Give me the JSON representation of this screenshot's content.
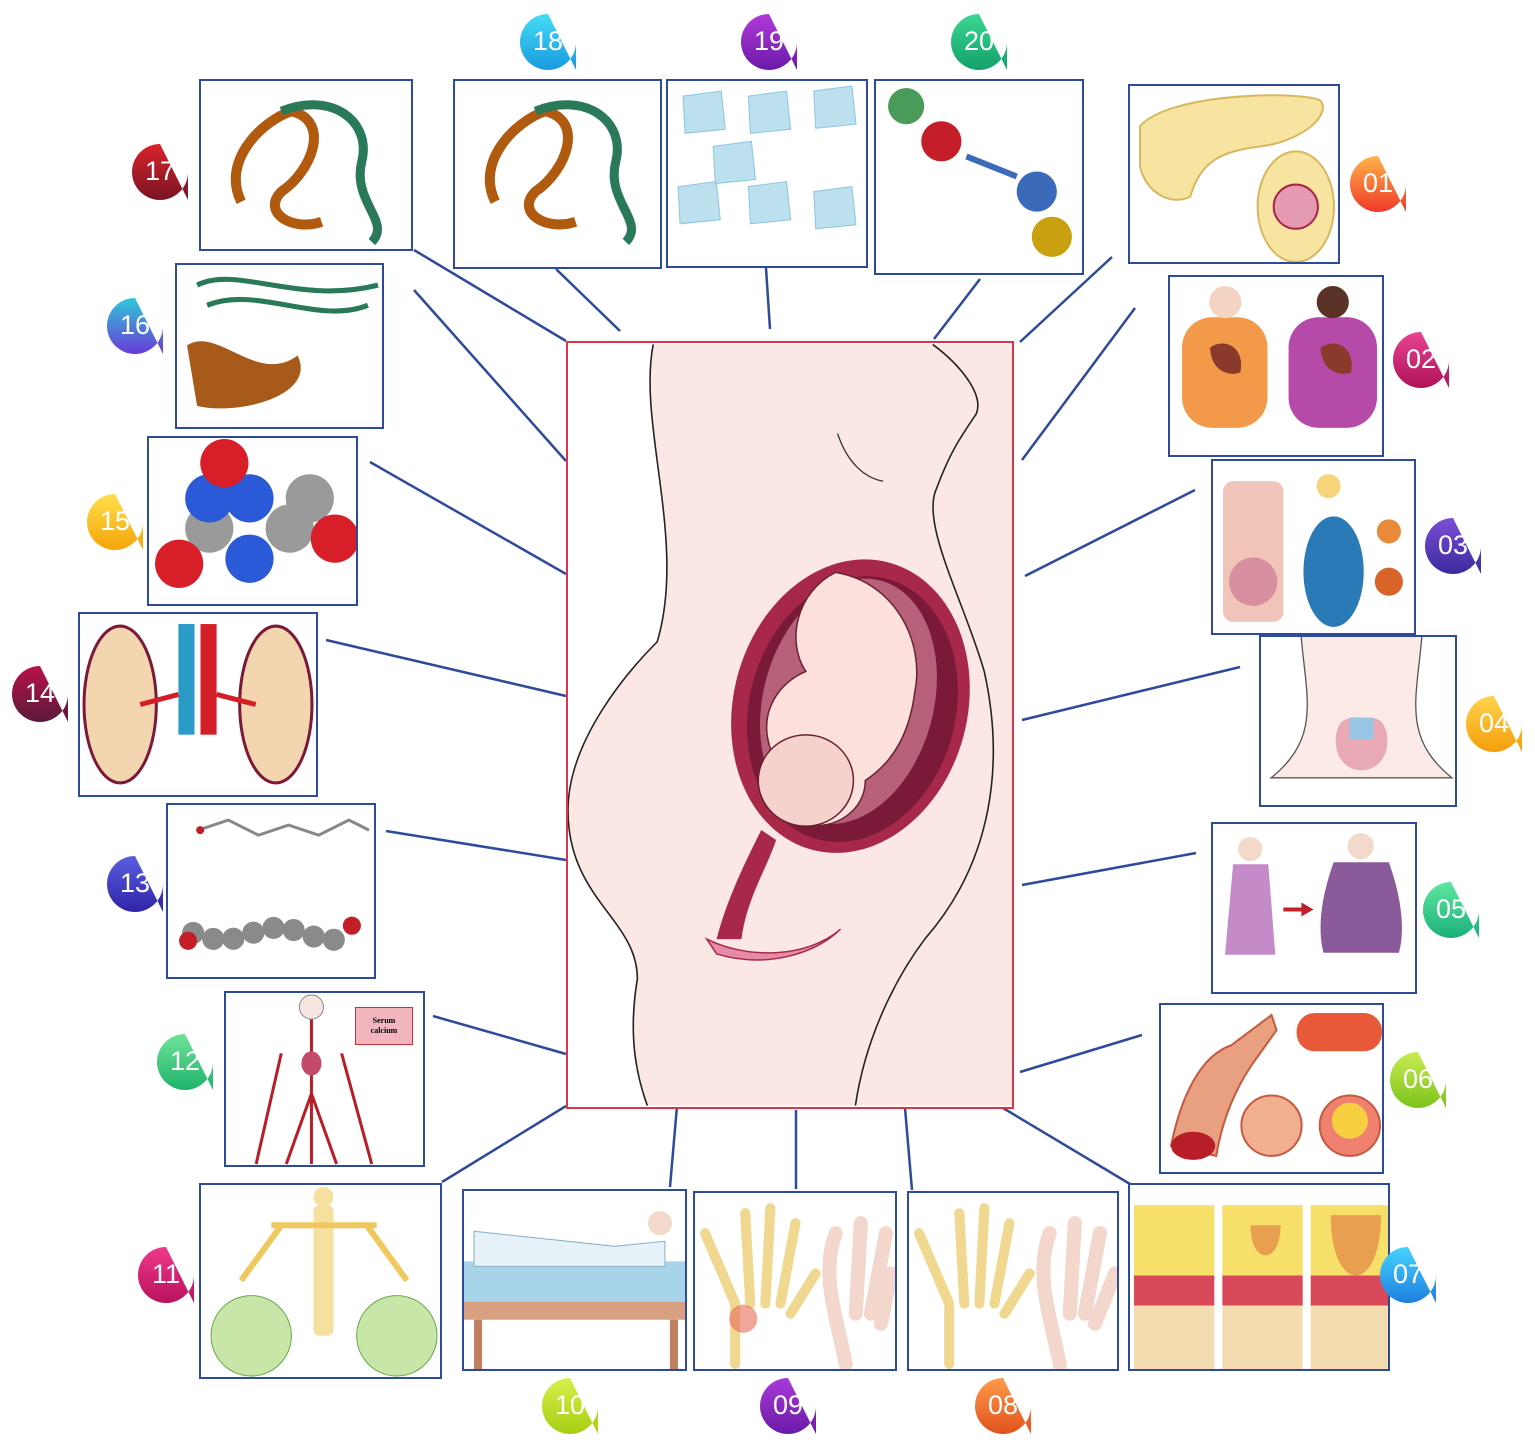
{
  "badges": [
    {
      "label": "01",
      "color_top": "#ffb347",
      "color_bottom": "#f0392b"
    },
    {
      "label": "02",
      "color_top": "#e84393",
      "color_bottom": "#b0125a"
    },
    {
      "label": "03",
      "color_top": "#7b4fd6",
      "color_bottom": "#3b2a9e"
    },
    {
      "label": "04",
      "color_top": "#ffd34d",
      "color_bottom": "#f59e0b"
    },
    {
      "label": "05",
      "color_top": "#5ee6a0",
      "color_bottom": "#1bb07a"
    },
    {
      "label": "06",
      "color_top": "#c8ec52",
      "color_bottom": "#7cc21d"
    },
    {
      "label": "07",
      "color_top": "#45d3ff",
      "color_bottom": "#1f7fe0"
    },
    {
      "label": "08",
      "color_top": "#ff9a4a",
      "color_bottom": "#e0521d"
    },
    {
      "label": "09",
      "color_top": "#a93ad8",
      "color_bottom": "#6a1aa8"
    },
    {
      "label": "10",
      "color_top": "#d6ef4a",
      "color_bottom": "#a6cf12"
    },
    {
      "label": "11",
      "color_top": "#f0388a",
      "color_bottom": "#b8125e"
    },
    {
      "label": "12",
      "color_top": "#6fe39a",
      "color_bottom": "#20b36a"
    },
    {
      "label": "13",
      "color_top": "#5a5ee0",
      "color_bottom": "#3024a8"
    },
    {
      "label": "14",
      "color_top": "#b8124a",
      "color_bottom": "#5a1a3a"
    },
    {
      "label": "15",
      "color_top": "#ffe04a",
      "color_bottom": "#f5a40b"
    },
    {
      "label": "16",
      "color_top": "#2ec8d8",
      "color_bottom": "#6a3ad8"
    },
    {
      "label": "17",
      "color_top": "#d8242a",
      "color_bottom": "#7a1424"
    },
    {
      "label": "18",
      "color_top": "#45dcf5",
      "color_bottom": "#1a9ae0"
    },
    {
      "label": "19",
      "color_top": "#b03ad8",
      "color_bottom": "#6a1aa8"
    },
    {
      "label": "20",
      "color_top": "#3ad890",
      "color_bottom": "#14a06a"
    }
  ],
  "panels": [
    {
      "id": "01",
      "icon": "pancreas-illustration"
    },
    {
      "id": "02",
      "icon": "obese-women-illustration"
    },
    {
      "id": "03",
      "icon": "digestive-system-pregnant-woman-illustration"
    },
    {
      "id": "04",
      "icon": "thyroid-gland-illustration"
    },
    {
      "id": "05",
      "icon": "weight-gain-illustration"
    },
    {
      "id": "06",
      "icon": "artery-plaque-illustration"
    },
    {
      "id": "07",
      "icon": "atherosclerosis-progression-illustration"
    },
    {
      "id": "08",
      "icon": "hand-joints-illustration"
    },
    {
      "id": "09",
      "icon": "rheumatoid-hand-illustration"
    },
    {
      "id": "10",
      "icon": "resting-patient-illustration"
    },
    {
      "id": "11",
      "icon": "skeleton-joints-illustration"
    },
    {
      "id": "12",
      "icon": "circulatory-system-illustration",
      "note": "Serum\ncalcium"
    },
    {
      "id": "13",
      "icon": "molecule-model-illustration"
    },
    {
      "id": "14",
      "icon": "kidneys-illustration"
    },
    {
      "id": "15",
      "icon": "space-filling-molecule-illustration"
    },
    {
      "id": "16",
      "icon": "protein-structure-illustration"
    },
    {
      "id": "17",
      "icon": "protein-ribbon-illustration"
    },
    {
      "id": "18",
      "icon": "protein-ribbon-illustration"
    },
    {
      "id": "19",
      "icon": "crystals-illustration"
    },
    {
      "id": "20",
      "icon": "protein-complex-illustration"
    }
  ],
  "center": {
    "icon": "pregnant-woman-fetus-illustration",
    "frame_color": "#d9364b",
    "line_color": "#2e4a9a"
  }
}
